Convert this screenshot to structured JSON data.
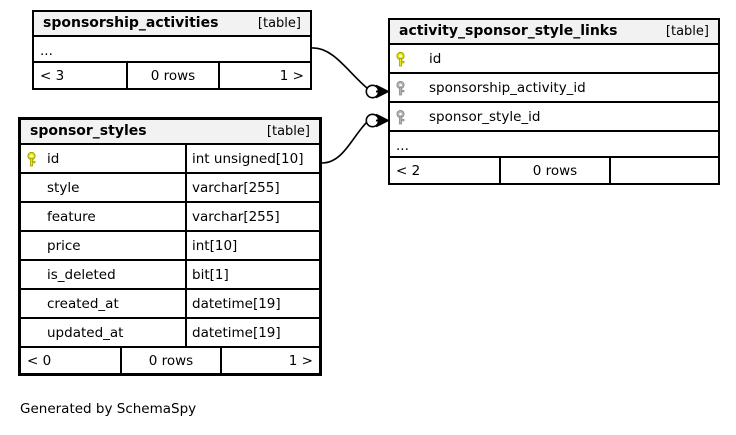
{
  "diagram": {
    "caption": "Generated by SchemaSpy",
    "table_tag": "[table]",
    "ellipsis": "...",
    "colors": {
      "primary_key": "#e8e800",
      "foreign_key": "#b3b3b3",
      "header_background": "#f2f2f2",
      "border": "#000000",
      "background": "#ffffff"
    }
  },
  "tables": [
    {
      "name": "sponsorship_activities",
      "tag": "[table]",
      "truncated_marker": "...",
      "columns": [],
      "footer": {
        "prev": "< 3",
        "rows": "0 rows",
        "next": "1 >"
      }
    },
    {
      "name": "sponsor_styles",
      "tag": "[table]",
      "columns": [
        {
          "key": "primary",
          "name": "id",
          "type": "int unsigned[10]"
        },
        {
          "key": "none",
          "name": "style",
          "type": "varchar[255]"
        },
        {
          "key": "none",
          "name": "feature",
          "type": "varchar[255]"
        },
        {
          "key": "none",
          "name": "price",
          "type": "int[10]"
        },
        {
          "key": "none",
          "name": "is_deleted",
          "type": "bit[1]"
        },
        {
          "key": "none",
          "name": "created_at",
          "type": "datetime[19]"
        },
        {
          "key": "none",
          "name": "updated_at",
          "type": "datetime[19]"
        }
      ],
      "footer": {
        "prev": "< 0",
        "rows": "0 rows",
        "next": "1 >"
      }
    },
    {
      "name": "activity_sponsor_style_links",
      "tag": "[table]",
      "truncated_marker": "...",
      "columns": [
        {
          "key": "primary",
          "name": "id",
          "type": ""
        },
        {
          "key": "foreign",
          "name": "sponsorship_activity_id",
          "type": ""
        },
        {
          "key": "foreign",
          "name": "sponsor_style_id",
          "type": ""
        }
      ],
      "footer": {
        "prev": "< 2",
        "rows": "0 rows",
        "next": ""
      }
    }
  ],
  "relationships": [
    {
      "from_table": "sponsorship_activities",
      "to_table": "activity_sponsor_style_links",
      "to_column": "sponsorship_activity_id",
      "cardinality": "zero-or-many"
    },
    {
      "from_table": "sponsor_styles",
      "from_column": "id",
      "to_table": "activity_sponsor_style_links",
      "to_column": "sponsor_style_id",
      "cardinality": "zero-or-many"
    }
  ]
}
